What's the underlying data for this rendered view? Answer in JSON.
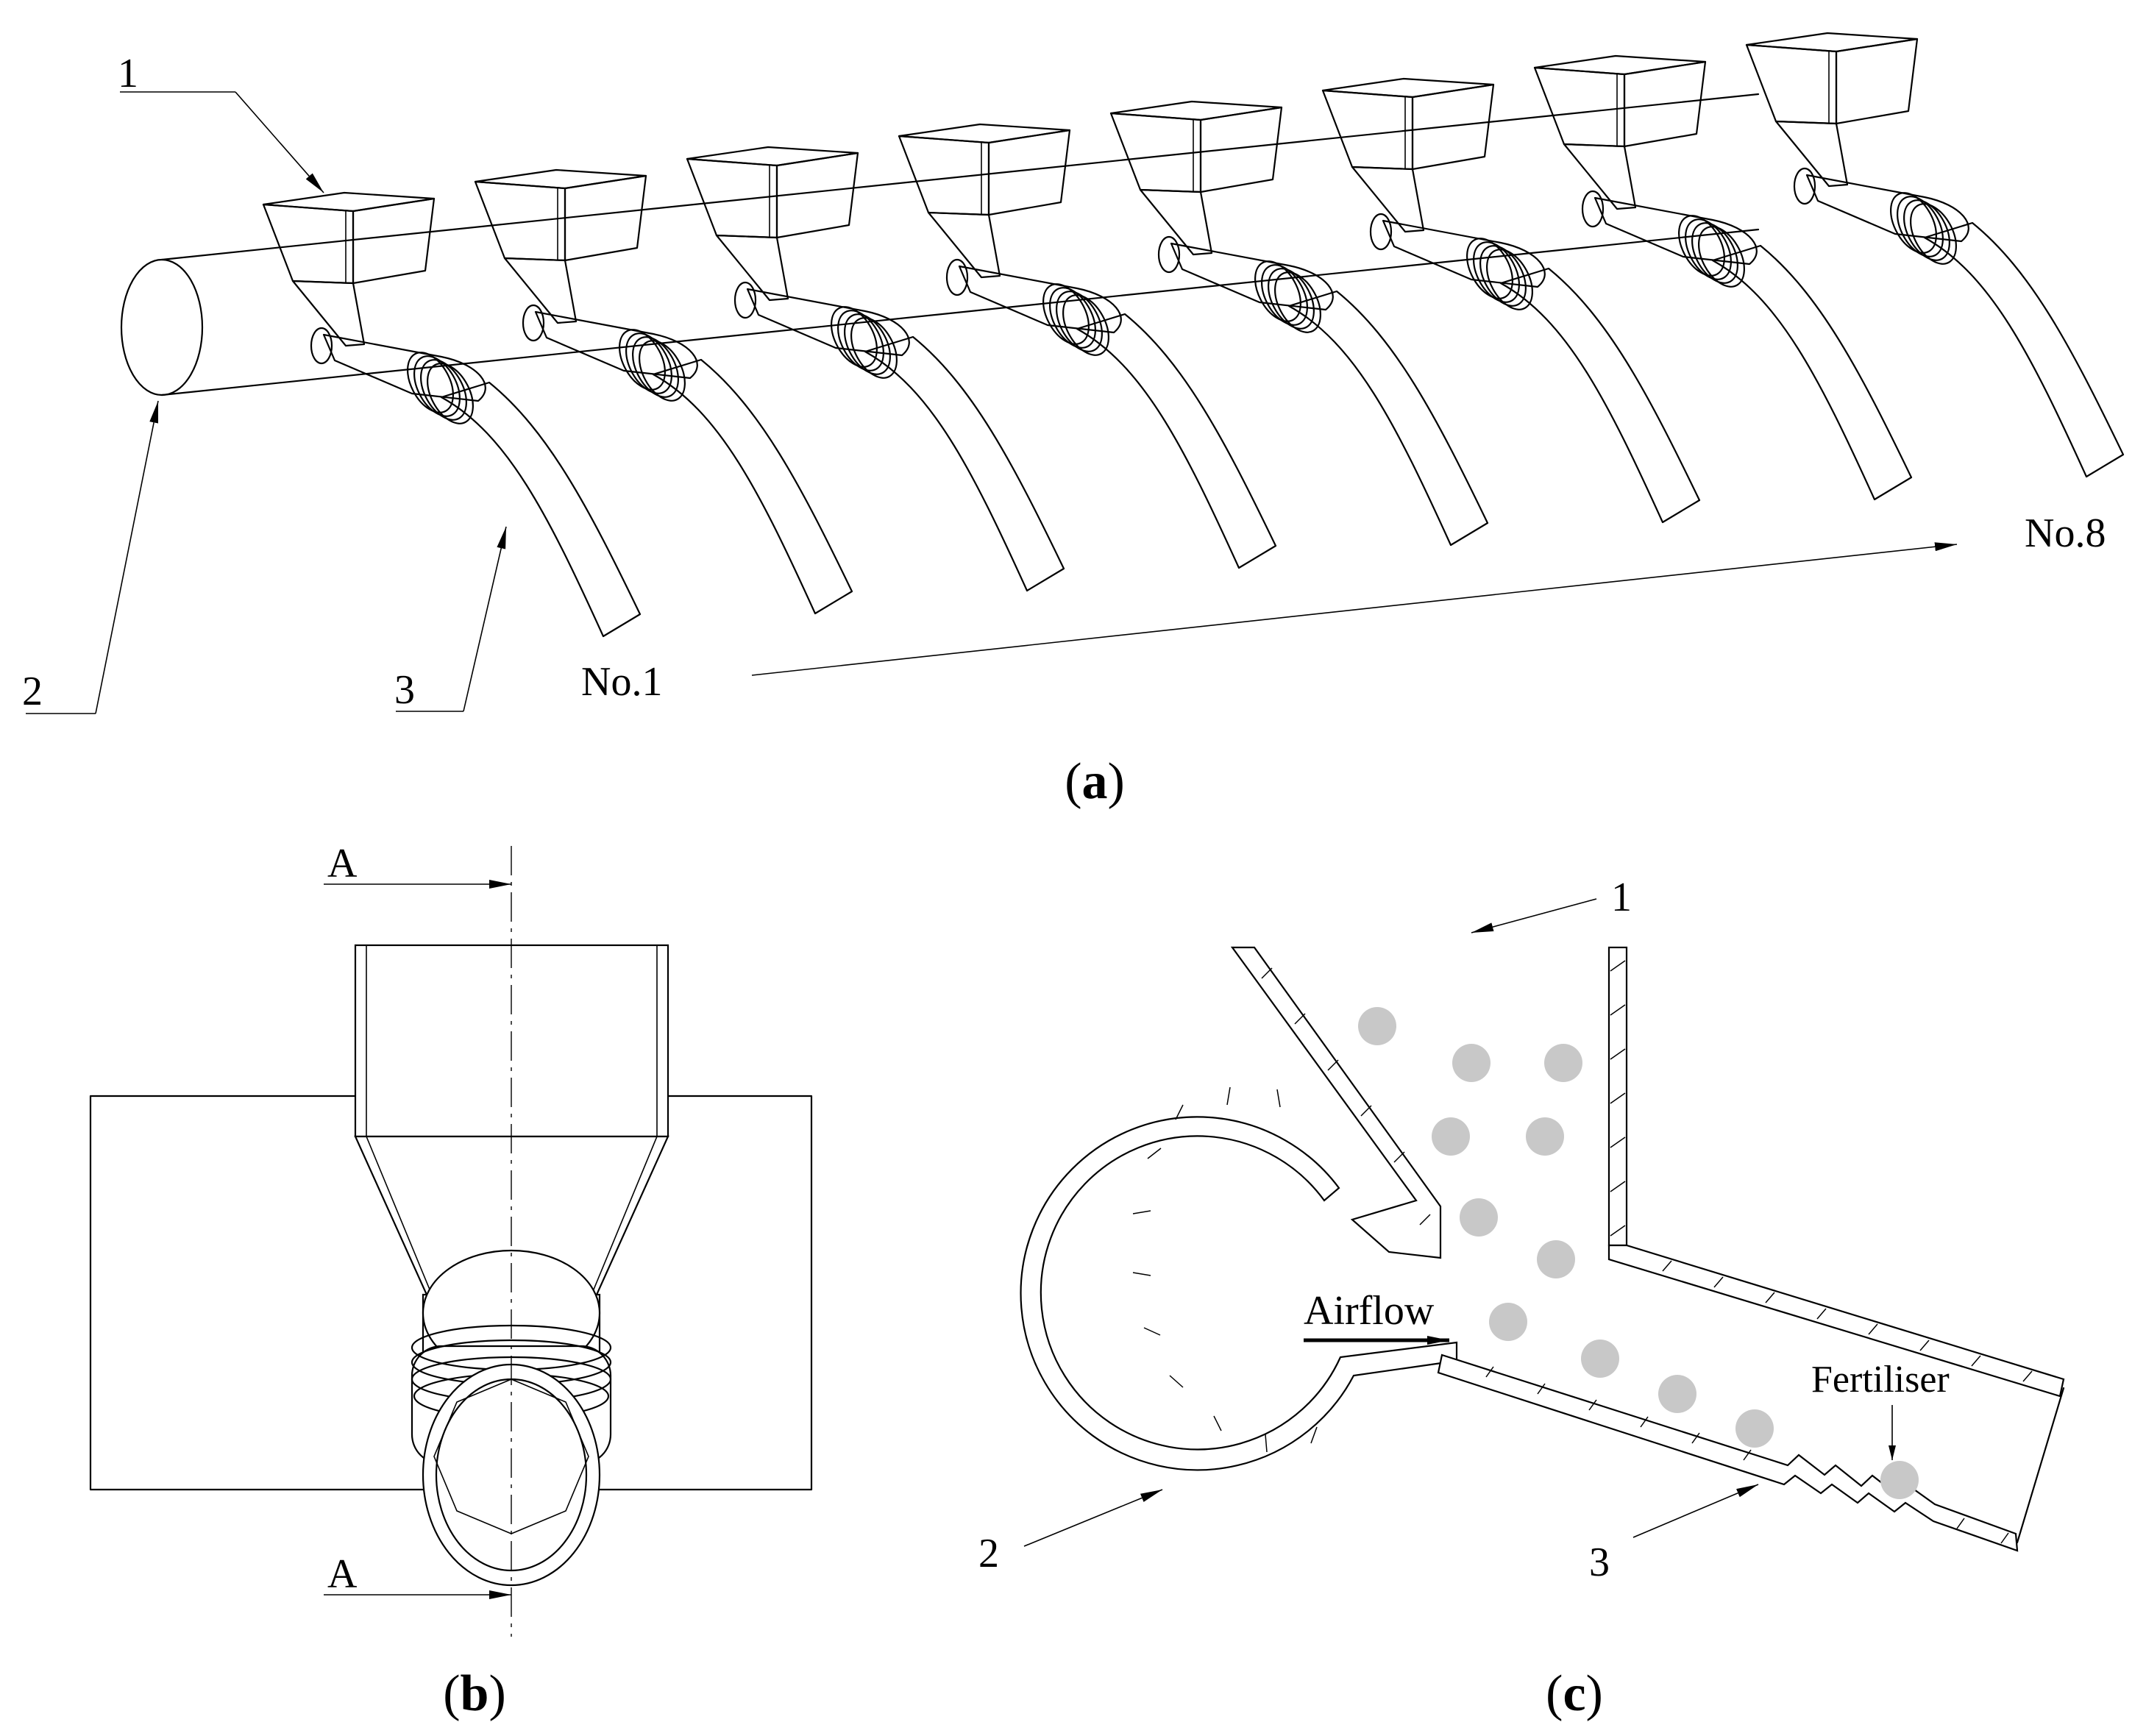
{
  "panel_a": {
    "callouts": {
      "hopper": "1",
      "manifold": "2",
      "hose": "3"
    },
    "first_outlet": "No.1",
    "last_outlet": "No.8",
    "caption_open": "(",
    "caption_letter": "a",
    "caption_close": ")"
  },
  "panel_b": {
    "section_top": "A",
    "section_bottom": "A",
    "caption_open": "(",
    "caption_letter": "b",
    "caption_close": ")"
  },
  "panel_c": {
    "callouts": {
      "hopper": "1",
      "manifold": "2",
      "hose": "3"
    },
    "airflow_label": "Airflow",
    "fertiliser_label": "Fertiliser",
    "caption_open": "(",
    "caption_letter": "c",
    "caption_close": ")",
    "particle_color": "#c8c8c8"
  }
}
